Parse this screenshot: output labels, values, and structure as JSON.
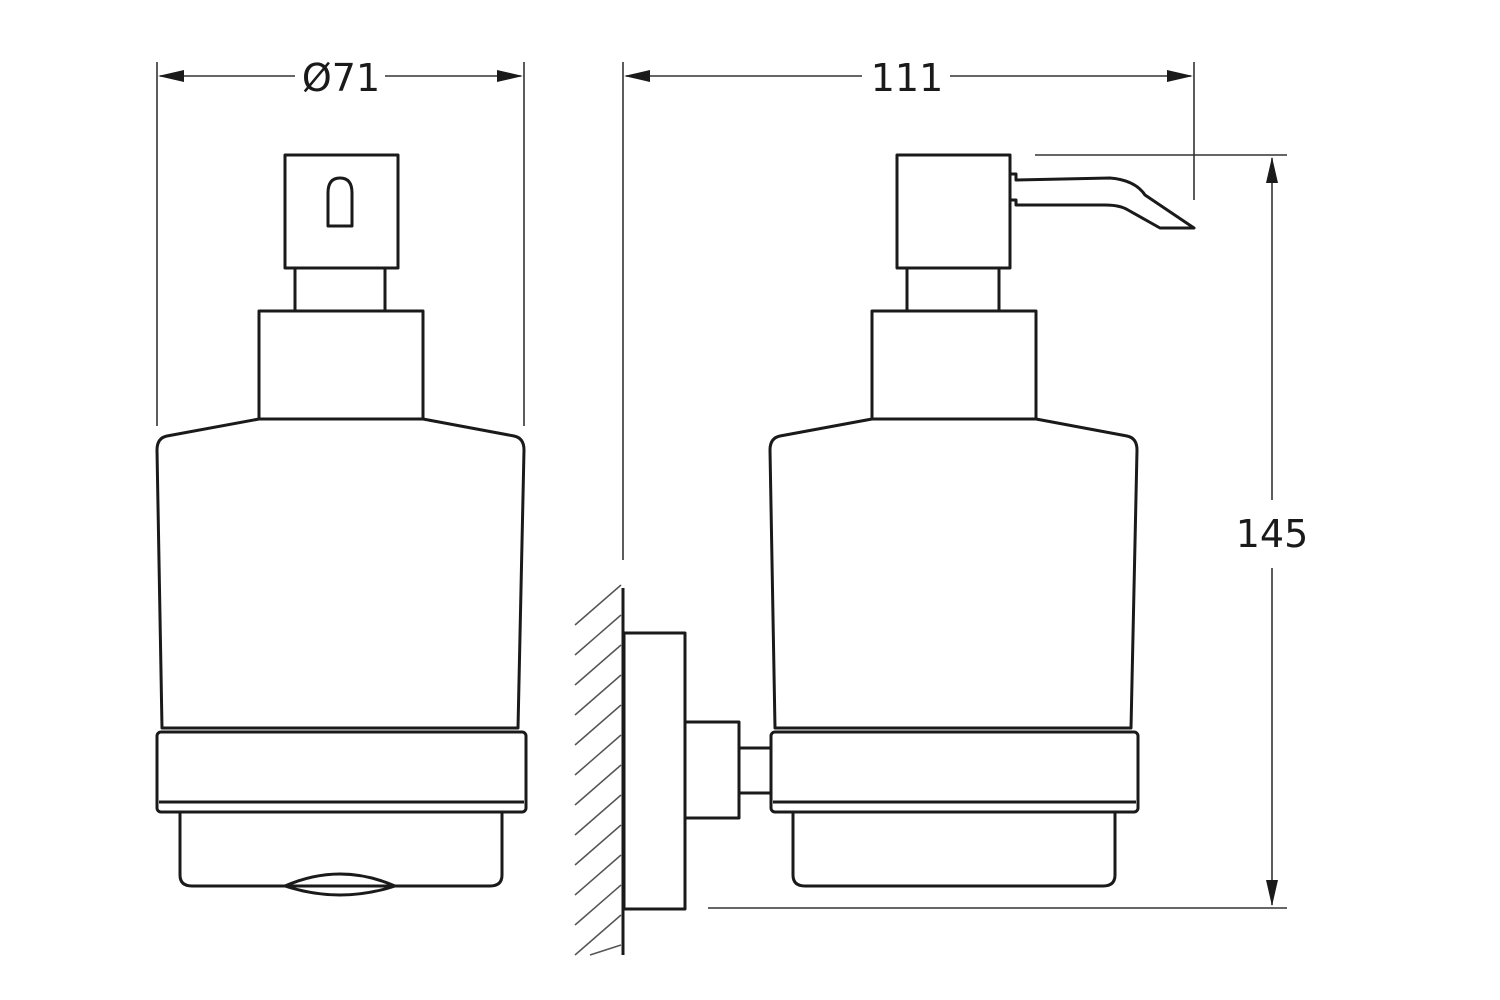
{
  "diagram": {
    "dimensions": {
      "diameter_label": "Ø71",
      "width_label": "111",
      "height_label": "145"
    },
    "colors": {
      "line": "#1a1a1a",
      "background": "#ffffff"
    }
  }
}
